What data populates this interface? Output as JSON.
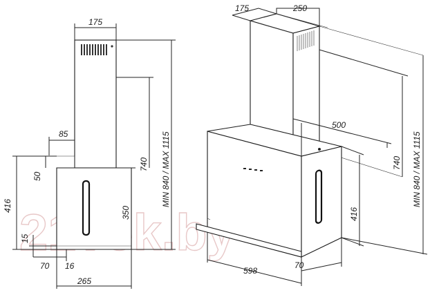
{
  "watermark": "21vek.by",
  "side_view": {
    "dims": {
      "chimney_width": "175",
      "offset_85": "85",
      "height_740": "740",
      "height_range": "MIN 840 / MAX 1115",
      "panel_offset_50": "50",
      "panel_height_416": "416",
      "height_350": "350",
      "bottom_15": "15",
      "bottom_70": "70",
      "bottom_16": "16",
      "depth_265": "265"
    }
  },
  "perspective_view": {
    "dims": {
      "chimney_width": "175",
      "chimney_depth": "250",
      "depth_500": "500",
      "height_740": "740",
      "height_range": "MIN 840 / MAX 1115",
      "panel_height_416": "416",
      "width_598": "598",
      "bottom_70": "70"
    }
  }
}
